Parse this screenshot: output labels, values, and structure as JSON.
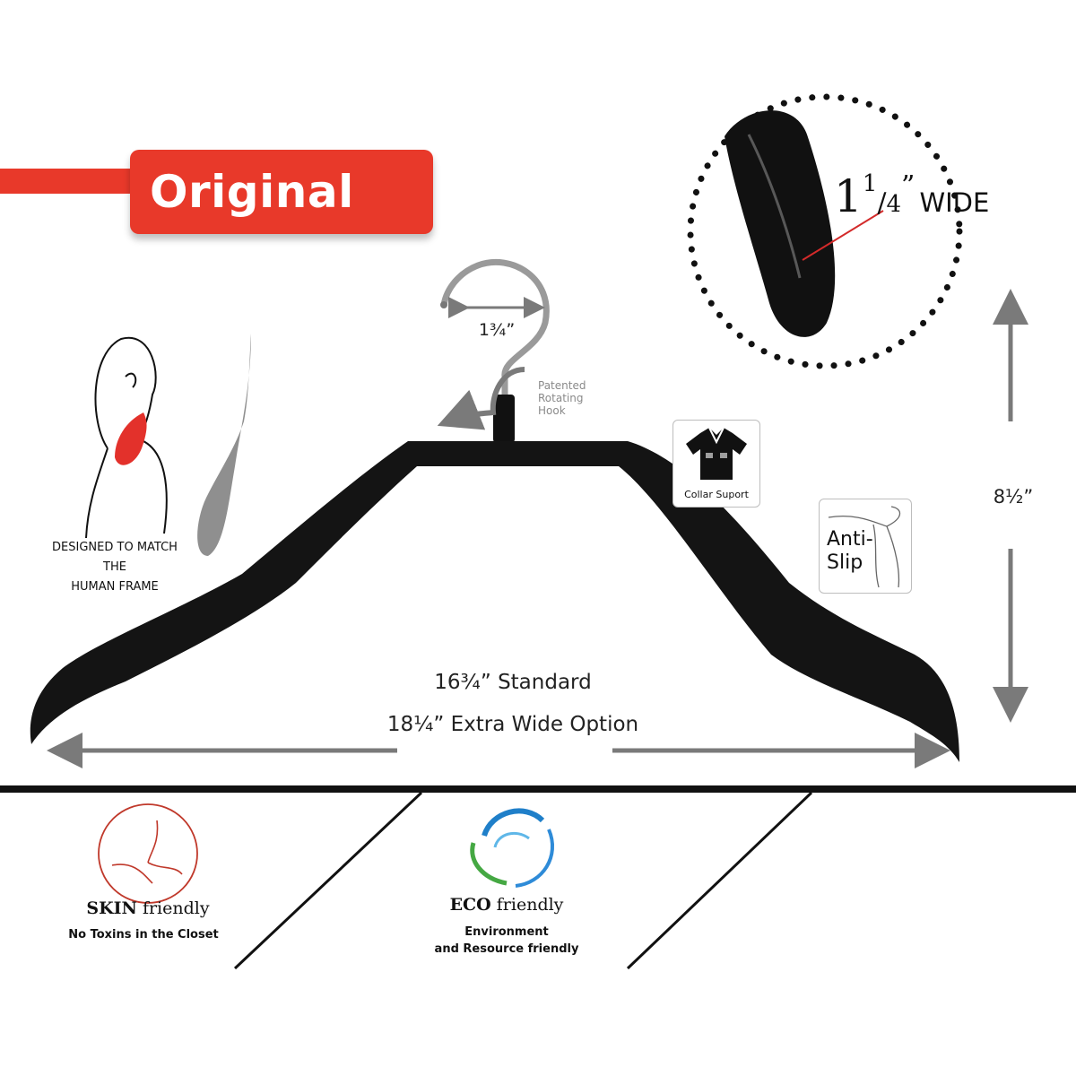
{
  "banner": {
    "label": "Original"
  },
  "width_callout": {
    "whole": "1",
    "numerator": "1",
    "denominator": "4",
    "inch_mark": "”",
    "word": "WIDE"
  },
  "hook": {
    "width_label": "1¾”",
    "rotating_label_lines": [
      "Patented",
      "Rotating",
      "Hook"
    ]
  },
  "human_frame": {
    "lines": [
      "DESIGNED TO MATCH",
      "THE",
      "HUMAN FRAME"
    ]
  },
  "collar": {
    "label": "Collar Suport"
  },
  "anti_slip": {
    "lines": [
      "Anti-",
      "Slip"
    ]
  },
  "height": {
    "label": "8½”"
  },
  "widths": {
    "standard": "16¾” Standard",
    "extra": "18¼” Extra Wide Option"
  },
  "skin": {
    "head_bold": "SKIN",
    "head_rest": " friendly",
    "sub": "No Toxins in the Closet"
  },
  "eco": {
    "head_bold": "ECO",
    "head_rest": " friendly",
    "sub_lines": [
      "Environment",
      "and Resource friendly"
    ]
  },
  "colors": {
    "accent_red": "#e8392a",
    "hanger_black": "#141414",
    "arrow_grey": "#7a7a7a",
    "eco_blue": "#1f7fc9",
    "eco_green": "#45a843"
  }
}
